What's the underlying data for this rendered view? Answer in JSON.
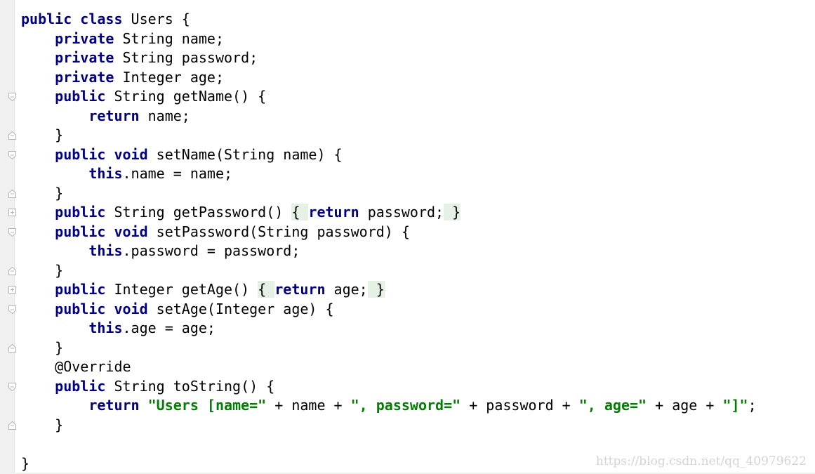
{
  "editor": {
    "lines": [
      [
        {
          "t": "kw",
          "v": "public"
        },
        {
          "t": "n",
          "v": " "
        },
        {
          "t": "kw",
          "v": "class"
        },
        {
          "t": "n",
          "v": " Users {"
        }
      ],
      [
        {
          "t": "n",
          "v": "    "
        },
        {
          "t": "kw",
          "v": "private"
        },
        {
          "t": "n",
          "v": " String name;"
        }
      ],
      [
        {
          "t": "n",
          "v": "    "
        },
        {
          "t": "kw",
          "v": "private"
        },
        {
          "t": "n",
          "v": " String password;"
        }
      ],
      [
        {
          "t": "n",
          "v": "    "
        },
        {
          "t": "kw",
          "v": "private"
        },
        {
          "t": "n",
          "v": " Integer age;"
        }
      ],
      [
        {
          "t": "n",
          "v": "    "
        },
        {
          "t": "kw",
          "v": "public"
        },
        {
          "t": "n",
          "v": " String getName() {"
        }
      ],
      [
        {
          "t": "n",
          "v": "        "
        },
        {
          "t": "kw",
          "v": "return"
        },
        {
          "t": "n",
          "v": " name;"
        }
      ],
      [
        {
          "t": "n",
          "v": "    }"
        }
      ],
      [
        {
          "t": "n",
          "v": "    "
        },
        {
          "t": "kw",
          "v": "public"
        },
        {
          "t": "n",
          "v": " "
        },
        {
          "t": "kw",
          "v": "void"
        },
        {
          "t": "n",
          "v": " setName(String name) {"
        }
      ],
      [
        {
          "t": "n",
          "v": "        "
        },
        {
          "t": "kw",
          "v": "this"
        },
        {
          "t": "n",
          "v": ".name = name;"
        }
      ],
      [
        {
          "t": "n",
          "v": "    }"
        }
      ],
      [
        {
          "t": "n",
          "v": "    "
        },
        {
          "t": "kw",
          "v": "public"
        },
        {
          "t": "n",
          "v": " String getPassword() "
        },
        {
          "t": "fold",
          "v": "{ "
        },
        {
          "t": "kw",
          "v": "return"
        },
        {
          "t": "n",
          "v": " password;"
        },
        {
          "t": "fold",
          "v": " }"
        }
      ],
      [
        {
          "t": "n",
          "v": "    "
        },
        {
          "t": "kw",
          "v": "public"
        },
        {
          "t": "n",
          "v": " "
        },
        {
          "t": "kw",
          "v": "void"
        },
        {
          "t": "n",
          "v": " setPassword(String password) {"
        }
      ],
      [
        {
          "t": "n",
          "v": "        "
        },
        {
          "t": "kw",
          "v": "this"
        },
        {
          "t": "n",
          "v": ".password = password;"
        }
      ],
      [
        {
          "t": "n",
          "v": "    }"
        }
      ],
      [
        {
          "t": "n",
          "v": "    "
        },
        {
          "t": "kw",
          "v": "public"
        },
        {
          "t": "n",
          "v": " Integer getAge() "
        },
        {
          "t": "fold",
          "v": "{ "
        },
        {
          "t": "kw",
          "v": "return"
        },
        {
          "t": "n",
          "v": " age;"
        },
        {
          "t": "fold",
          "v": " }"
        }
      ],
      [
        {
          "t": "n",
          "v": "    "
        },
        {
          "t": "kw",
          "v": "public"
        },
        {
          "t": "n",
          "v": " "
        },
        {
          "t": "kw",
          "v": "void"
        },
        {
          "t": "n",
          "v": " setAge(Integer age) {"
        }
      ],
      [
        {
          "t": "n",
          "v": "        "
        },
        {
          "t": "kw",
          "v": "this"
        },
        {
          "t": "n",
          "v": ".age = age;"
        }
      ],
      [
        {
          "t": "n",
          "v": "    }"
        }
      ],
      [
        {
          "t": "n",
          "v": "    @Override"
        }
      ],
      [
        {
          "t": "n",
          "v": "    "
        },
        {
          "t": "kw",
          "v": "public"
        },
        {
          "t": "n",
          "v": " String toString() {"
        }
      ],
      [
        {
          "t": "n",
          "v": "        "
        },
        {
          "t": "kw",
          "v": "return"
        },
        {
          "t": "n",
          "v": " "
        },
        {
          "t": "str",
          "v": "\"Users [name=\""
        },
        {
          "t": "n",
          "v": " + name + "
        },
        {
          "t": "str",
          "v": "\", password=\""
        },
        {
          "t": "n",
          "v": " + password + "
        },
        {
          "t": "str",
          "v": "\", age=\""
        },
        {
          "t": "n",
          "v": " + age + "
        },
        {
          "t": "str",
          "v": "\"]\""
        },
        {
          "t": "n",
          "v": ";"
        }
      ],
      [
        {
          "t": "n",
          "v": "    }"
        }
      ],
      [
        {
          "t": "n",
          "v": ""
        }
      ],
      [
        {
          "t": "n",
          "v": "}"
        }
      ]
    ],
    "fold_markers": [
      {
        "line": 4,
        "kind": "open"
      },
      {
        "line": 6,
        "kind": "close"
      },
      {
        "line": 7,
        "kind": "open"
      },
      {
        "line": 9,
        "kind": "close"
      },
      {
        "line": 10,
        "kind": "collapsed"
      },
      {
        "line": 11,
        "kind": "open"
      },
      {
        "line": 13,
        "kind": "close"
      },
      {
        "line": 14,
        "kind": "collapsed"
      },
      {
        "line": 15,
        "kind": "open"
      },
      {
        "line": 17,
        "kind": "close"
      },
      {
        "line": 19,
        "kind": "open"
      },
      {
        "line": 21,
        "kind": "close"
      }
    ],
    "colors": {
      "keyword": "#000080",
      "string": "#008000",
      "fold_highlight": "#e4f1e4",
      "gutter": "#f0f0f0"
    }
  },
  "watermark": "https://blog.csdn.net/qq_40979622"
}
